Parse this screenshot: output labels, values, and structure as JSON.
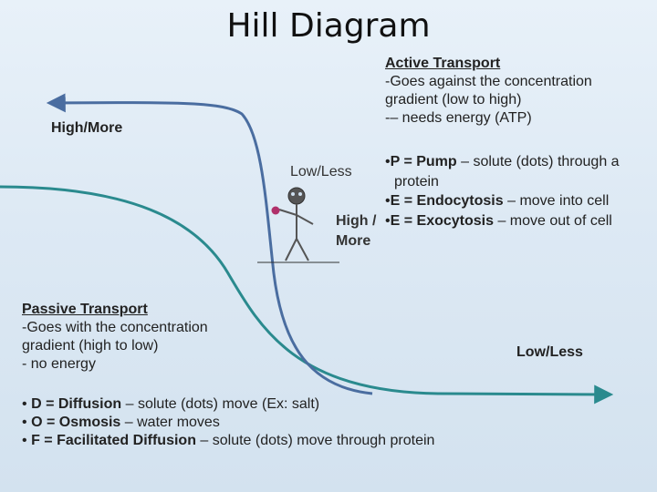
{
  "title": "Hill Diagram",
  "labels": {
    "left_high": "High/More",
    "mid_low": "Low/Less",
    "mid_high_line1": "High /",
    "mid_high_line2": "More",
    "right_low": "Low/Less"
  },
  "active": {
    "heading": "Active Transport",
    "lines": [
      "-Goes against the concentration",
      "gradient (low to high)",
      "-– needs energy (ATP)"
    ],
    "bullets": [
      {
        "bullet": "•",
        "term": "P = Pump",
        "desc": " – solute (dots) through a",
        "cont": "protein"
      },
      {
        "bullet": "•",
        "term": "E = Endocytosis",
        "desc": " – move into cell"
      },
      {
        "bullet": "•",
        "term": "E = Exocytosis",
        "desc": " – move out of cell"
      }
    ]
  },
  "passive": {
    "heading": "Passive Transport",
    "lines": [
      "-Goes with the concentration",
      "gradient (high to low)",
      "- no energy"
    ],
    "bullets": [
      {
        "bullet": "•",
        "term": "D = Diffusion",
        "desc": " – solute (dots) move (Ex:  salt)"
      },
      {
        "bullet": "•",
        "term": "O = Osmosis",
        "desc": " – water moves"
      },
      {
        "bullet": "•",
        "term": "F = Facilitated Diffusion",
        "desc": " – solute (dots) move through protein"
      }
    ]
  },
  "colors": {
    "active_curve": "#4a6da0",
    "passive_curve": "#2a8a8e",
    "ball": "#b0306a",
    "figure": "#555555"
  }
}
